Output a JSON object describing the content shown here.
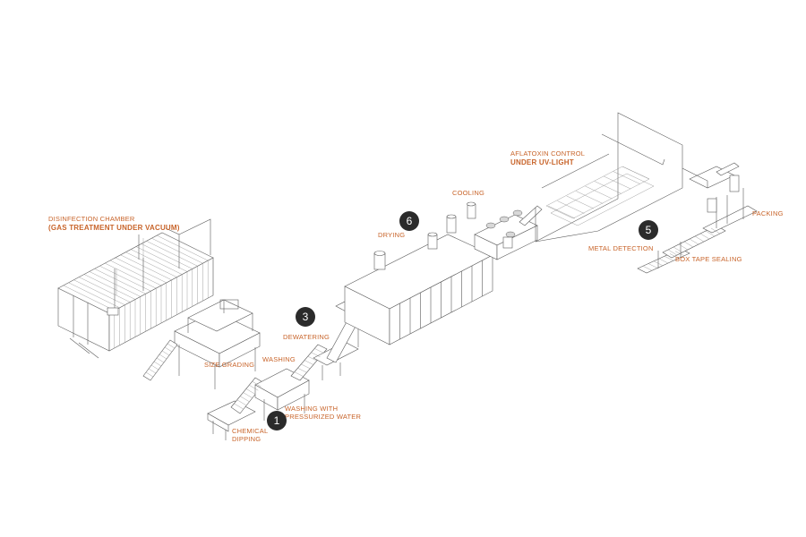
{
  "labels": {
    "disinfection_line1": "DISINFECTION CHAMBER",
    "disinfection_line2": "(GAS TREATMENT UNDER VACUUM)",
    "size_grading": "SIZE GRADING",
    "washing": "WASHING",
    "washing_pressurized_line1": "WASHING WITH",
    "washing_pressurized_line2": "PRESSURIZED WATER",
    "chemical_line1": "CHEMICAL",
    "chemical_line2": "DIPPING",
    "dewatering": "DEWATERING",
    "drying": "DRYING",
    "cooling": "COOLING",
    "aflatoxin_line1": "AFLATOXIN CONTROL",
    "aflatoxin_line2": "UNDER UV-LIGHT",
    "metal_detection": "METAL DETECTION",
    "box_tape_sealing": "BOX TAPE SEALING",
    "packing": "PACKING"
  },
  "badges": {
    "b1": "1",
    "b3": "3",
    "b5": "5",
    "b6": "6"
  },
  "colors": {
    "label": "#c8642a",
    "badge": "#2b2b2b",
    "line": "#5a5a5a"
  }
}
